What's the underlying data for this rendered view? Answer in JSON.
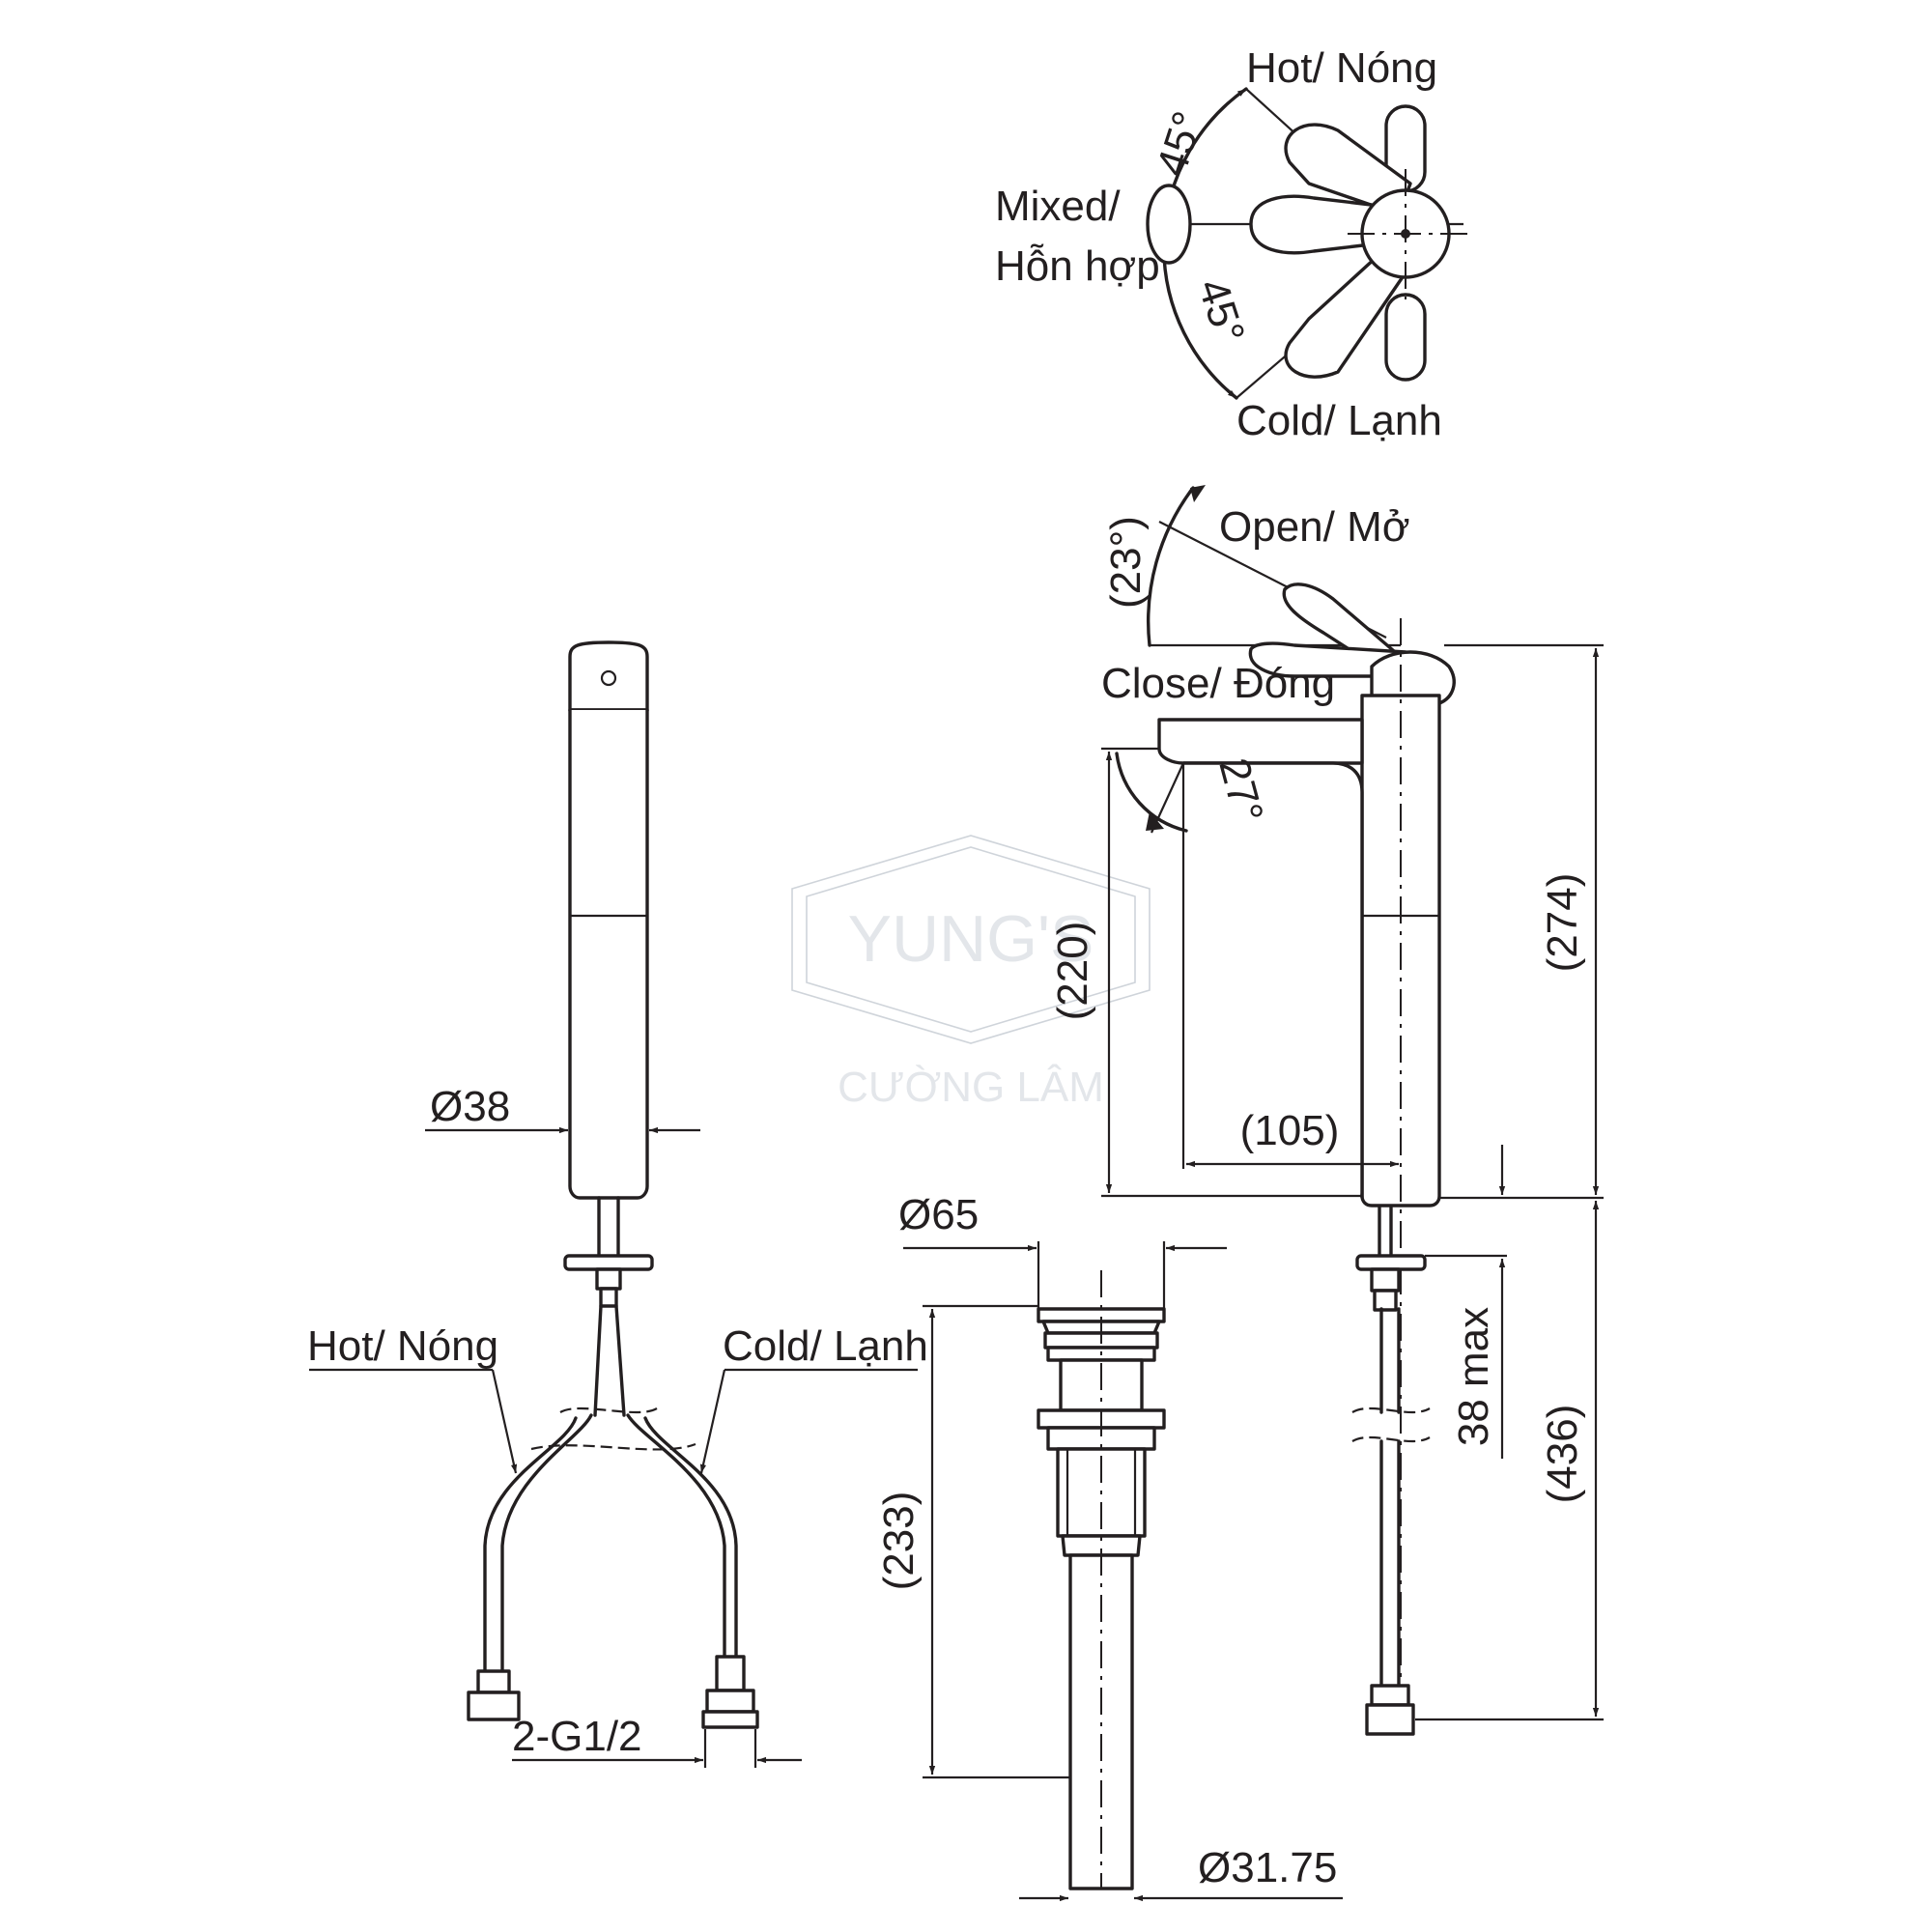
{
  "handle_view": {
    "hot": "Hot/ Nóng",
    "mixed_line1": "Mixed/",
    "mixed_line2": "Hỗn hợp",
    "cold": "Cold/ Lạnh",
    "angle_upper": "45°",
    "angle_lower": "45°"
  },
  "side_view": {
    "open": "Open/ Mở",
    "close": "Close/ Đóng",
    "lever_angle": "(23°)",
    "spout_angle": "27°",
    "spout_height": "(220)",
    "spout_reach": "(105)",
    "total_height": "(274)",
    "deck_thickness": "38 max",
    "hose_length": "(436)"
  },
  "front_view": {
    "body_diameter": "Ø38",
    "hot": "Hot/ Nóng",
    "cold": "Cold/ Lạnh",
    "connection": "2-G1/2"
  },
  "drain_view": {
    "cap_diameter": "Ø65",
    "length": "(233)",
    "pipe_diameter": "Ø31.75"
  },
  "watermark": {
    "line1": "YUNG'S",
    "line2": "CƯỜNG LÂM"
  },
  "colors": {
    "line": "#231f20",
    "watermark": "#cfd4da"
  }
}
